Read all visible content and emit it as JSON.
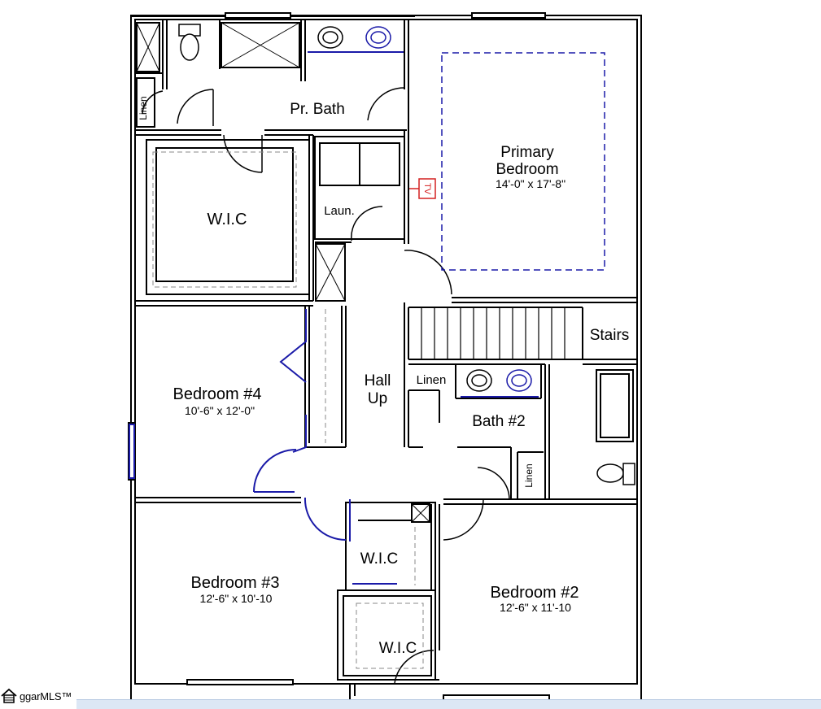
{
  "floorplan": {
    "rooms": {
      "pr_bath": "Pr. Bath",
      "primary_bedroom_line1": "Primary",
      "primary_bedroom_line2": "Bedroom",
      "primary_bedroom_dims": "14'-0\" x 17'-8\"",
      "tv": "TV",
      "wic_primary": "W.I.C",
      "laundry": "Laun.",
      "linen_primary": "Linen",
      "stairs": "Stairs",
      "hall_line1": "Hall",
      "hall_line2": "Up",
      "linen_hall": "Linen",
      "bath2": "Bath #2",
      "linen_bath2": "Linen",
      "bedroom4": "Bedroom #4",
      "bedroom4_dims": "10'-6\" x 12'-0\"",
      "wic_bed3": "W.I.C",
      "bedroom3": "Bedroom #3",
      "bedroom3_dims": "12'-6\" x 10'-10",
      "bedroom2": "Bedroom #2",
      "bedroom2_dims": "12'-6\" x 11'-10",
      "wic_bed2": "W.I.C"
    },
    "colors": {
      "wall": "#000000",
      "fixture_blue": "#1a1aa8",
      "tv_red": "#d42020",
      "bar": "#dce7f5"
    }
  },
  "watermark": {
    "text": "ggarMLS™",
    "icon": "home-icon"
  }
}
